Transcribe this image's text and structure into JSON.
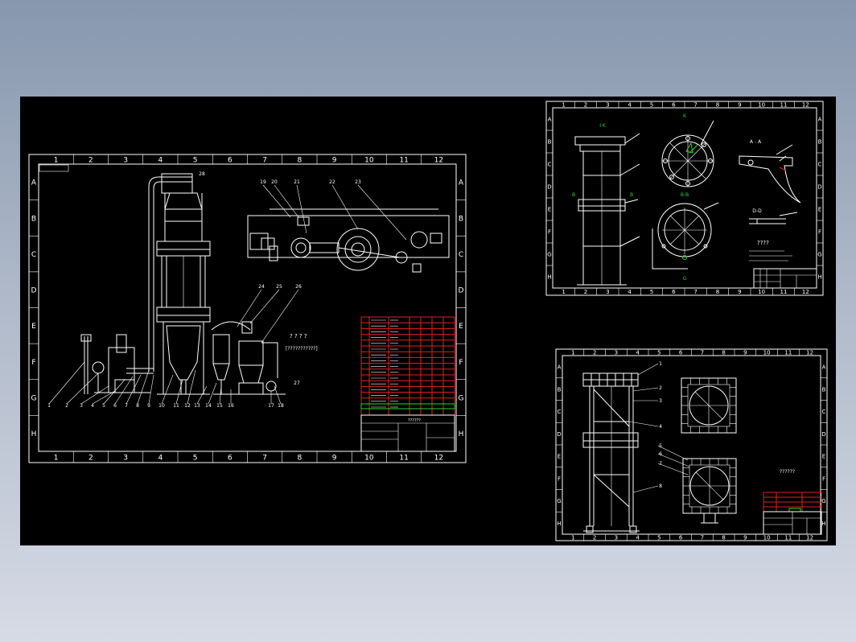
{
  "colors": {
    "background_top": "#8797ae",
    "background_bottom": "#d6dbe5",
    "canvas": "#000000",
    "line": "#ffffff",
    "section_marks": "#2bd52b",
    "table_header_red": "#e02020",
    "title_cell_green": "#2bd52b"
  },
  "sheet1": {
    "col_numbers": [
      "1",
      "2",
      "3",
      "4",
      "5",
      "6",
      "7",
      "8",
      "9",
      "10",
      "11",
      "12"
    ],
    "row_letters": [
      "A",
      "B",
      "C",
      "D",
      "E",
      "F",
      "G",
      "H"
    ],
    "note_heading": "? ? ? ?",
    "note_line": "[???????????]",
    "balloons": [
      "1",
      "2",
      "3",
      "4",
      "5",
      "6",
      "7",
      "8",
      "9",
      "10",
      "11",
      "12",
      "13",
      "14",
      "15",
      "16",
      "17",
      "18",
      "19",
      "20",
      "21",
      "22",
      "23",
      "24",
      "25",
      "26",
      "27",
      "28"
    ],
    "title_block": "??????"
  },
  "sheet2": {
    "col_numbers": [
      "1",
      "2",
      "3",
      "4",
      "5",
      "6",
      "7",
      "8",
      "9",
      "10",
      "11",
      "12"
    ],
    "row_letters": [
      "A",
      "B",
      "C",
      "D",
      "E",
      "F",
      "G",
      "H"
    ],
    "section_labels": [
      "I K",
      "K",
      "A - A",
      "B",
      "B",
      "B-B",
      "D-D",
      "G"
    ],
    "note_heading": "????"
  },
  "sheet3": {
    "col_numbers": [
      "1",
      "2",
      "3",
      "4",
      "5",
      "6",
      "7",
      "8",
      "9",
      "10",
      "11",
      "12"
    ],
    "row_letters": [
      "A",
      "B",
      "C",
      "D",
      "E",
      "F",
      "G",
      "H"
    ],
    "balloons": [
      "1",
      "2",
      "3",
      "4",
      "5",
      "6",
      "7",
      "8"
    ],
    "note": "??????"
  }
}
